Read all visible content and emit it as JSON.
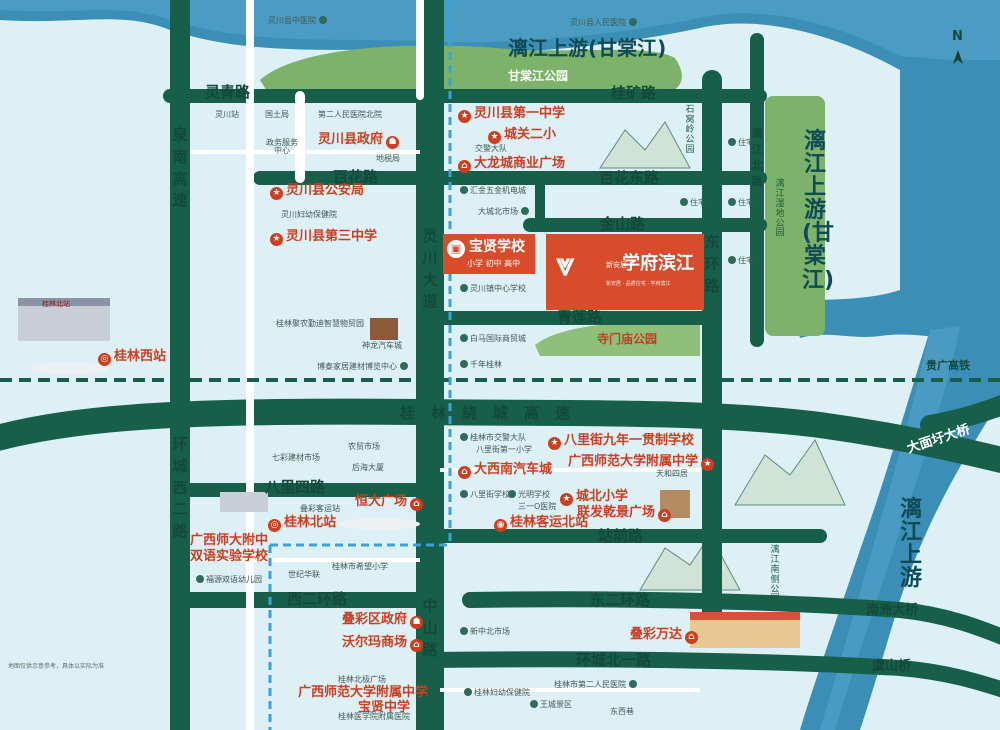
{
  "compass": "N",
  "rivers": {
    "upper_top": "漓江上游(甘棠江)",
    "upper_right": "漓江上游(甘棠江)",
    "lower": "漓江上游"
  },
  "parks": {
    "gantang": "甘棠江公园",
    "simen": "寺门庙公园",
    "shiwo": "石窝岭公园",
    "lijiang_wetland": "漓江湿地公园",
    "lijiang_south": "漓江南侧公园"
  },
  "roads": {
    "lingqing": "灵青路",
    "guikuang": "桂矿路",
    "baihua": "百花路",
    "baihua_east": "百花东路",
    "jinshan": "金山路",
    "qinglian": "青莲路",
    "guilin_ring": "桂林绕城高速",
    "guiguang": "贵广高铁",
    "balisi": "八里四路",
    "zhanqian": "站前路",
    "xierhuan": "西二环路",
    "dongerhuan": "东二环路",
    "huancheng_n1": "环城北一路",
    "quannan": "泉南高速",
    "lingchuan_ave": "灵川大道",
    "dong_huan": "东环路",
    "lijiang_north": "漓江北路",
    "huancheng_west2": "环城西二路",
    "zhongshan": "中山路",
    "damianyu_bridge": "大面圩大桥",
    "nanzhou_bridge": "南洲大桥",
    "yushan_bridge": "虞山桥"
  },
  "project": {
    "name": "学府滨江",
    "small": "新安居",
    "tagline": "新安居 · 品质住宅 · 学府滨江"
  },
  "school": {
    "name": "宝贤学校",
    "levels": "小学 初中 高中"
  },
  "poi": [
    "灵川县政府",
    "灵川县公安局",
    "灵川县第三中学",
    "灵川县第一中学",
    "城关二小",
    "大龙城商业广场",
    "八里街九年一贯制学校",
    "广西师范大学附属中学",
    "大西南汽车城",
    "城北小学",
    "联发乾景广场",
    "桂林客运北站",
    "恒大广场",
    "桂林北站",
    "桂林西站",
    "广西师大附中",
    "双语实验学校",
    "叠彩区政府",
    "沃尔玛商场",
    "叠彩万达",
    "广西师范大学附属中学",
    "宝贤中学"
  ],
  "small_labels": [
    "灵川县中医院",
    "灵川县人民医院",
    "第二人民医院北院",
    "国土局",
    "政务服务中心",
    "灵川站",
    "地税局",
    "灵川妇幼保健院",
    "桂林聚农勤迪智慧物贸园",
    "神龙汽车城",
    "博泰家居建材博览中心",
    "交警大队",
    "汇金五金机电城",
    "大城北市场",
    "灵川镇中心学校",
    "白马国际商贸城",
    "千年桂林",
    "住宅",
    "住宅",
    "住宅",
    "住宅",
    "桂林市交警大队",
    "八里街第一小学",
    "农贸市场",
    "七彩建材市场",
    "后海大厦",
    "八里街学校",
    "光明学校",
    "三一O医院",
    "天和四居",
    "叠彩客运站",
    "世纪华联",
    "桂林市希望小学",
    "福源双语幼儿园",
    "新中北市场",
    "桂林北极广场",
    "桂林医学院附属医院",
    "桂林妇幼保健院",
    "桂林市第二人民医院",
    "王城景区",
    "东西巷",
    "桂林北站"
  ],
  "disclaimer": "地图仅供示意参考，具体以实际为准"
}
